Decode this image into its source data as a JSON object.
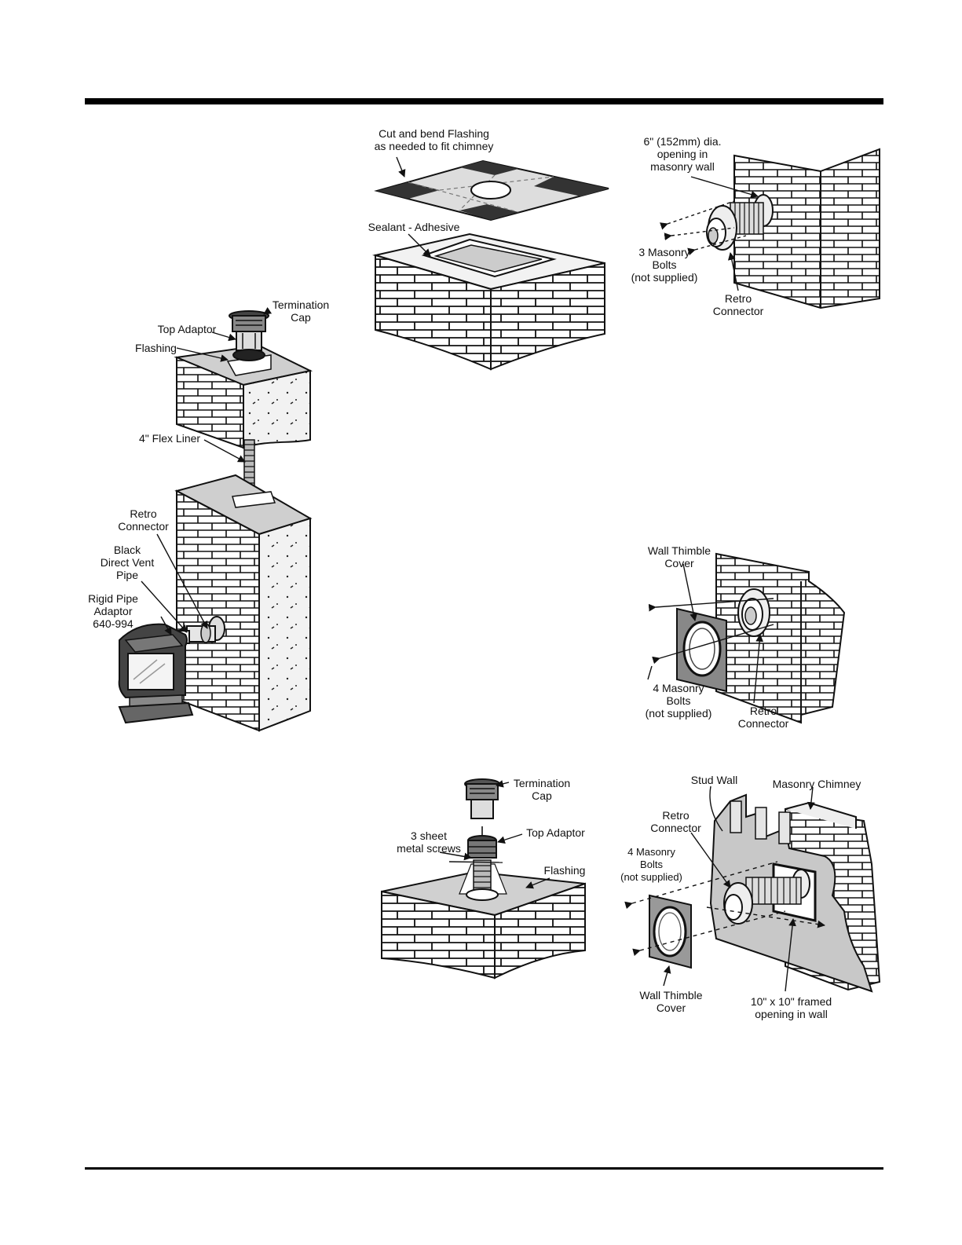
{
  "fig_chimney": {
    "termination_cap": "Termination\nCap",
    "top_adaptor": "Top Adaptor",
    "flashing": "Flashing",
    "flex_liner": "4\" Flex Liner",
    "retro_connector": "Retro\nConnector",
    "black_pipe": "Black\nDirect Vent\nPipe",
    "rigid_adaptor": "Rigid Pipe\nAdaptor\n640-994"
  },
  "fig_flashing": {
    "cut_bend": "Cut and bend Flashing\nas needed to fit chimney",
    "sealant": "Sealant - Adhesive"
  },
  "fig_opening": {
    "opening": "6\" (152mm) dia.\nopening in\nmasonry wall",
    "bolts": "3 Masonry\nBolts\n(not supplied)",
    "retro": "Retro\nConnector"
  },
  "fig_thimble": {
    "cover": "Wall Thimble\nCover",
    "bolts": "4 Masonry\nBolts\n(not supplied)",
    "retro": "Retro\nConnector"
  },
  "fig_cap": {
    "termination_cap": "Termination\nCap",
    "top_adaptor": "Top Adaptor",
    "screws": "3 sheet\nmetal screws",
    "flashing": "Flashing"
  },
  "fig_stud": {
    "stud_wall": "Stud Wall",
    "masonry_chimney": "Masonry Chimney",
    "retro": "Retro\nConnector",
    "bolts": "4 Masonry\nBolts\n(not supplied)",
    "cover": "Wall Thimble\nCover",
    "framed": "10\" x 10\" framed\nopening in wall"
  }
}
